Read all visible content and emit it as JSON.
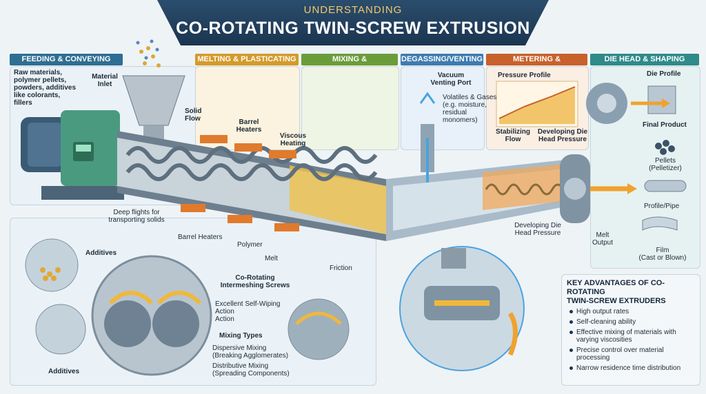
{
  "header": {
    "subtitle": "UNDERSTANDING",
    "title": "CO-ROTATING TWIN-SCREW EXTRUSION"
  },
  "stages": [
    {
      "label": "FEEDING & CONVEYING",
      "color": "#2e6e92"
    },
    {
      "label": "MELTING & PLASTICATING",
      "color": "#d49a2a"
    },
    {
      "label": "MIXING & HOMOGENIZING",
      "color": "#6b9c3a"
    },
    {
      "label": "DEGASSING/VENTING",
      "color": "#3d7bb0"
    },
    {
      "label": "METERING & PRESSURIZING",
      "color": "#c8612b"
    },
    {
      "label": "DIE HEAD & SHAPING",
      "color": "#2f8a8a"
    }
  ],
  "feeding": {
    "raw_materials": [
      "Raw materials,",
      "polymer pellets,",
      "powders, additives",
      "like colorants,",
      "fillers"
    ],
    "material_inlet": [
      "Material",
      "Inlet"
    ],
    "solid_flow": [
      "Solid",
      "Flow"
    ],
    "deep_flights": [
      "Deep flights for",
      "transporting solids"
    ]
  },
  "melting": {
    "barrel_heaters_top": [
      "Barrel",
      "Heaters"
    ],
    "viscous_heating": [
      "Viscous",
      "Heating"
    ],
    "barrel_heaters_bottom": "Barrel Heaters",
    "polymer": "Polymer",
    "melt": "Melt",
    "friction": "Friction"
  },
  "degassing": {
    "vacuum_port": [
      "Vacuum",
      "Venting Port"
    ],
    "volatiles": [
      "Volatiles & Gases",
      "(e.g. moisture,",
      "residual",
      "monomers)"
    ]
  },
  "metering": {
    "pressure_profile": "Pressure Profile",
    "stabilizing_flow": [
      "Stabilizing",
      "Flow"
    ],
    "developing_top": [
      "Developing Die",
      "Head Pressure"
    ],
    "developing_bottom": [
      "Developing Die",
      "Head Pressure"
    ]
  },
  "die": {
    "die_profile": "Die Profile",
    "final_product": "Final Product",
    "pellets": [
      "Pellets",
      "(Pelletizer)"
    ],
    "profile_pipe": "Profile/Pipe",
    "melt_output": [
      "Melt",
      "Output"
    ],
    "film": [
      "Film",
      "(Cast or Blown)"
    ]
  },
  "inset": {
    "additives_top": "Additives",
    "additives_bottom": "Additives",
    "screws": [
      "Co-Rotating",
      "Intermeshing Screws"
    ],
    "self_wiping": [
      "Excellent Self-Wiping",
      "Action",
      "Action"
    ],
    "mixing_types": "Mixing Types",
    "dispersive": [
      "Dispersive Mixing",
      "(Breaking Agglomerates)"
    ],
    "distributive": [
      "Distributive Mixing",
      "(Spreading Components)"
    ]
  },
  "advantages": {
    "title": [
      "KEY ADVANTAGES OF CO-ROTATING",
      "TWIN-SCREW EXTRUDERS"
    ],
    "items": [
      [
        "High output rates"
      ],
      [
        "Self-cleaning ability"
      ],
      [
        "Effective mixing of materials with",
        "varying viscosities"
      ],
      [
        "Precise control over material",
        "processing"
      ],
      [
        "Narrow residence time distribution"
      ]
    ]
  }
}
